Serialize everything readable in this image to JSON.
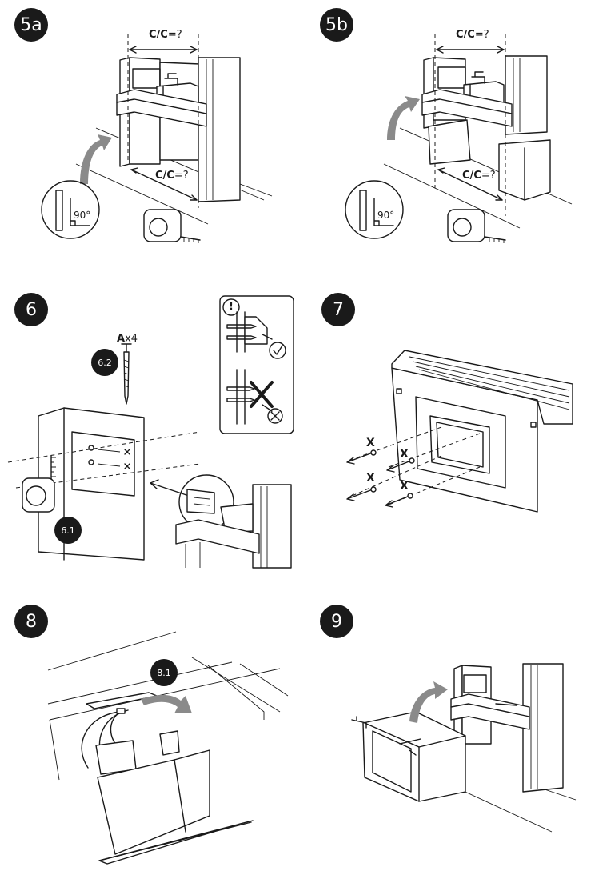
{
  "steps": {
    "s5a": {
      "badge": "5a",
      "top_label_bold": "C/C",
      "top_label_rest": "=?",
      "bottom_label_bold": "C/C",
      "bottom_label_rest": "=?",
      "angle": "90°"
    },
    "s5b": {
      "badge": "5b",
      "top_label_bold": "C/C",
      "top_label_rest": "=?",
      "bottom_label_bold": "C/C",
      "bottom_label_rest": "=?",
      "angle": "90°"
    },
    "s6": {
      "badge": "6",
      "sub1": "6.1",
      "sub2": "6.2",
      "screw_letter": "A",
      "screw_count": "x4",
      "warning_symbol": "!"
    },
    "s7": {
      "badge": "7",
      "marks": [
        "X",
        "X",
        "X",
        "X"
      ]
    },
    "s8": {
      "badge": "8",
      "sub1": "8.1"
    },
    "s9": {
      "badge": "9"
    }
  },
  "colors": {
    "ink": "#1a1a1a",
    "arrow_gray": "#8a8a8a"
  }
}
